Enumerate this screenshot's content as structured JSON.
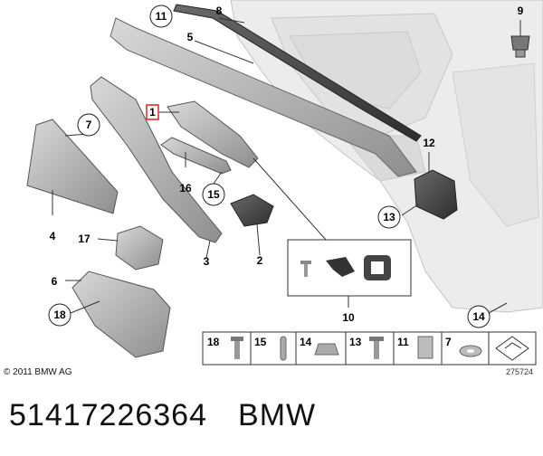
{
  "callouts": {
    "c1": "1",
    "c2": "2",
    "c3": "3",
    "c4": "4",
    "c5": "5",
    "c6": "6",
    "c7": "7",
    "c8": "8",
    "c9": "9",
    "c10": "10",
    "c11": "11",
    "c12": "12",
    "c13": "13",
    "c14": "14",
    "c15": "15",
    "c16": "16",
    "c17": "17",
    "c18": "18"
  },
  "parts_strip": [
    "18",
    "15",
    "14",
    "13",
    "11",
    "7"
  ],
  "copyright": "© 2011 BMW AG",
  "diagram_ref": "275724",
  "part_number": "51417226364",
  "brand": "BMW"
}
